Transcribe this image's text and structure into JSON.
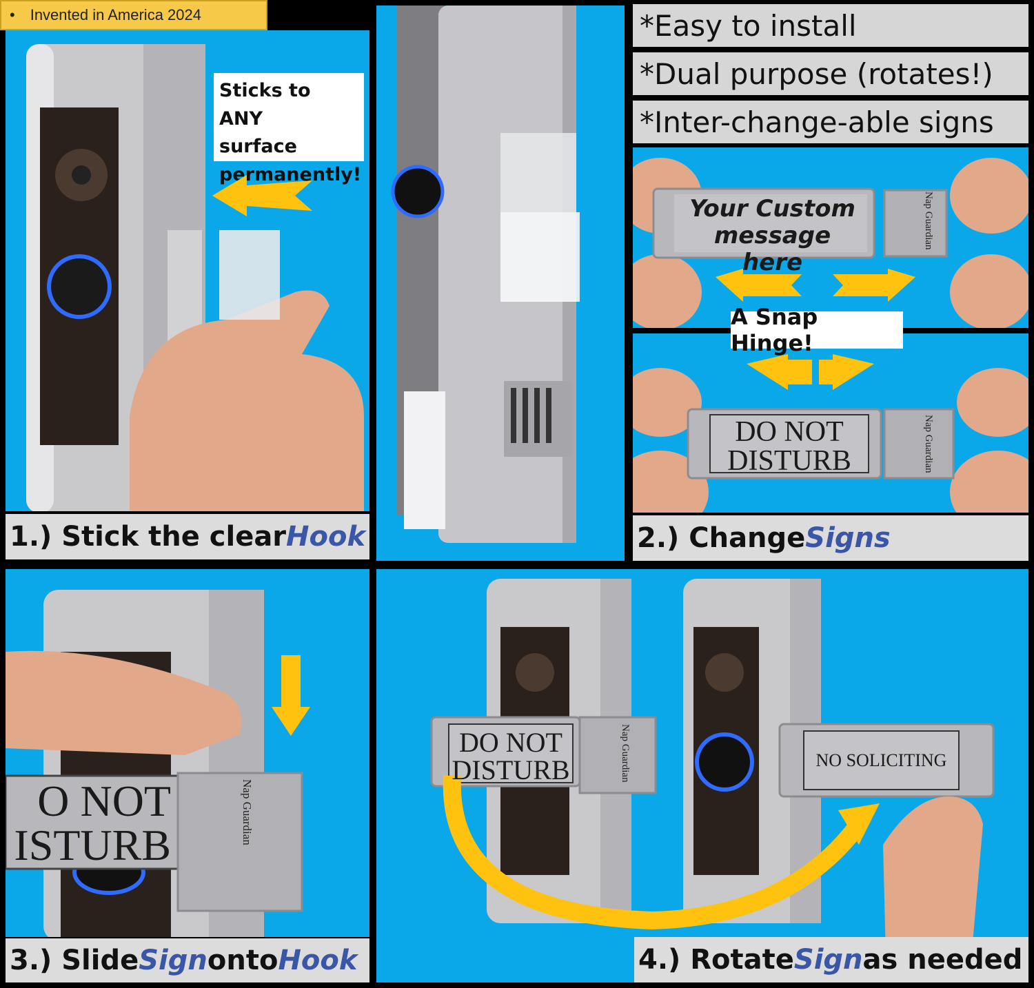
{
  "banner": {
    "bullet": "•",
    "text": "Invented in America 2024"
  },
  "features": [
    "*Easy to install",
    "*Dual purpose (rotates!)",
    "*Inter-change-able signs"
  ],
  "callouts": {
    "sticks": [
      "Sticks to ANY",
      "surface",
      "permanently!"
    ],
    "snap": "A Snap Hinge!"
  },
  "steps": {
    "one": {
      "prefix": "1.) Stick the clear ",
      "em": "Hook",
      "suffix": ""
    },
    "two": {
      "prefix": "2.) Change ",
      "em": "Signs",
      "suffix": ""
    },
    "three": {
      "prefix": "3.) Slide ",
      "em1": "Sign",
      "mid": " onto ",
      "em2": "Hook"
    },
    "four": {
      "prefix": "4.) Rotate ",
      "em": "Sign",
      "suffix": " as needed"
    }
  },
  "signs": {
    "custom": [
      "Your Custom",
      "message here"
    ],
    "dnd": [
      "DO NOT",
      "DISTURB"
    ],
    "partial": [
      "O NOT",
      "ISTURB"
    ],
    "solicit": "NO SOLICITING",
    "brand": "Nap Guardian"
  },
  "colors": {
    "background": "#0aa8e8",
    "arrow": "#ffc20e",
    "caption": "#dcdcdc",
    "accent": "#3a56a6",
    "banner": "#f7c948"
  }
}
